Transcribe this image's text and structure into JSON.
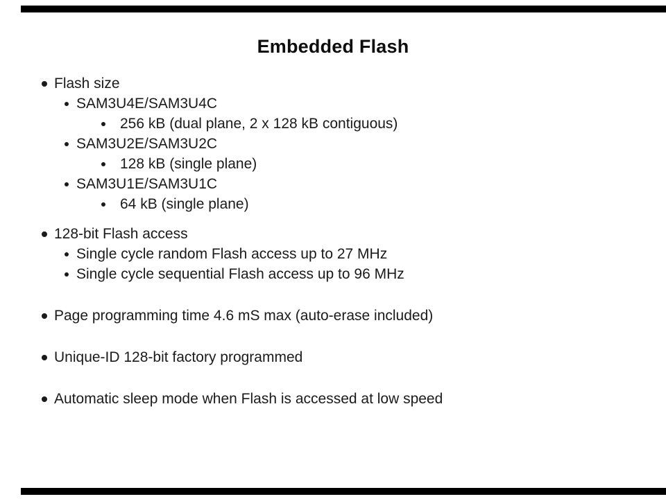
{
  "slide": {
    "title": "Embedded Flash",
    "colors": {
      "bar": "#000000",
      "text": "#1a1a1a",
      "background": "#ffffff"
    },
    "bullets": [
      {
        "text": "Flash size",
        "children": [
          {
            "text": "SAM3U4E/SAM3U4C",
            "children": [
              {
                "text": "256 kB (dual plane, 2 x 128 kB contiguous)"
              }
            ]
          },
          {
            "text": "SAM3U2E/SAM3U2C",
            "children": [
              {
                "text": "128 kB (single plane)"
              }
            ]
          },
          {
            "text": "SAM3U1E/SAM3U1C",
            "children": [
              {
                "text": "64 kB (single plane)"
              }
            ]
          }
        ]
      },
      {
        "text": "128-bit Flash access",
        "children": [
          {
            "text": "Single cycle random Flash access up to 27 MHz"
          },
          {
            "text": "Single cycle sequential Flash access up to 96 MHz"
          }
        ]
      },
      {
        "text": "Page programming time 4.6 mS max (auto-erase included)"
      },
      {
        "text": "Unique-ID 128-bit factory programmed"
      },
      {
        "text": "Automatic sleep mode when Flash is accessed at low speed"
      }
    ]
  }
}
